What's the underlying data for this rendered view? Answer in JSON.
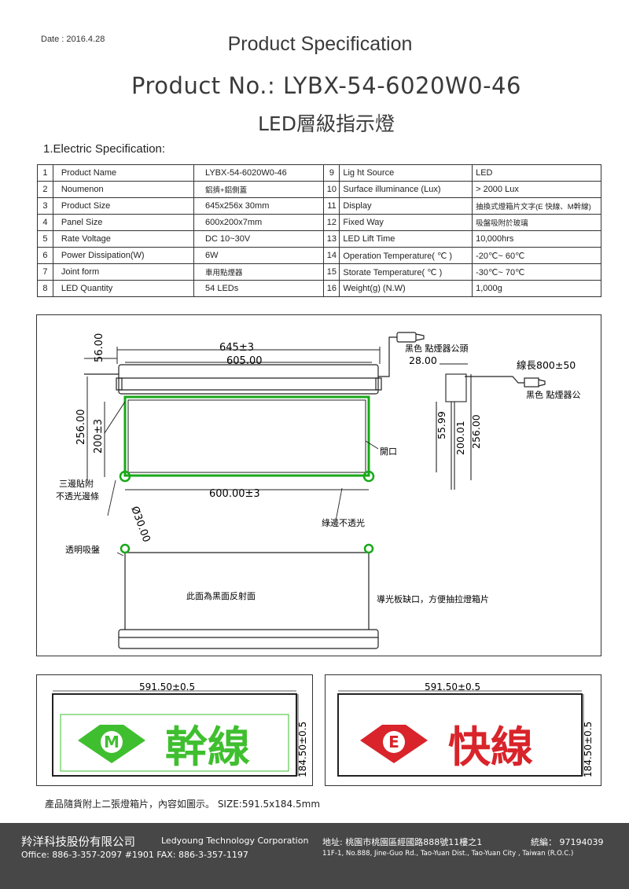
{
  "header": {
    "date": "Date : 2016.4.28",
    "title": "Product Specification",
    "product_no": "Product No.: LYBX-54-6020W0-46",
    "product_name": "LED層級指示燈"
  },
  "section_title": "1.Electric Specification:",
  "spec_rows": [
    {
      "n1": "1",
      "k1": "Product Name",
      "v1": "LYBX-54-6020W0-46",
      "n2": "9",
      "k2": "Lig ht Source",
      "v2": "LED"
    },
    {
      "n1": "2",
      "k1": "Noumenon",
      "v1": "鋁擠+鋁側蓋",
      "n2": "10",
      "k2": "Surface illuminance    (Lux)",
      "v2": " >  2000 Lux"
    },
    {
      "n1": "3",
      "k1": "Product Size",
      "v1": "645x256x 30mm",
      "n2": "11",
      "k2": "Display",
      "v2": "抽換式燈箱片文字(E 快線、M幹線)"
    },
    {
      "n1": "4",
      "k1": "Panel  Size",
      "v1": "600x200x7mm",
      "n2": "12",
      "k2": "Fixed Way",
      "v2": "吸盤吸附於玻璃"
    },
    {
      "n1": "5",
      "k1": "Rate Voltage",
      "v1": "DC 10~30V",
      "n2": "13",
      "k2": "LED    Lift Time",
      "v2": "10‚000hrs"
    },
    {
      "n1": "6",
      "k1": "Power Dissipation(W)",
      "v1": "6W",
      "n2": "14",
      "k2": "Operation Temperature( ℃ )",
      "v2": "-20℃~ 60℃"
    },
    {
      "n1": "7",
      "k1": "Joint form",
      "v1": "車用點煙器",
      "n2": "15",
      "k2": "Storate Temperature( ℃ )",
      "v2": "-30℃~ 70℃"
    },
    {
      "n1": "8",
      "k1": "LED Quantity",
      "v1": "54 LEDs",
      "n2": "16",
      "k2": "Weight(g)  (N.W)",
      "v2": "1,000g"
    }
  ],
  "drawing": {
    "dim_645": "645±3",
    "dim_605": "605.00",
    "dim_56": "56.00",
    "dim_256_left": "256.00",
    "dim_200": "200±3",
    "dim_600": "600.00±3",
    "dim_30": "Ø30.00",
    "dim_28": "28.00",
    "dim_55_99": "55.99",
    "dim_200_01": "200.01",
    "dim_256_side": "256.00",
    "cable_length": "線長800±50",
    "label_plug_female": "黑色 點煙器公頭",
    "label_plug_male": "黑色 點煙器公",
    "label_opening": "開口",
    "label_three_sides_1": "三邊貼附",
    "label_three_sides_2": "不透光邊條",
    "label_green_edge": "綠邊不透光",
    "label_suction": "透明吸盤",
    "label_back": "此面為黑面反射面",
    "label_notch": "導光板缺口，方便抽拉燈箱片"
  },
  "signs": {
    "left": {
      "width_dim": "591.50±0.5",
      "height_dim": "184.50±0.5",
      "letter": "M",
      "text": "幹線",
      "color": "#3fbf2f"
    },
    "right": {
      "width_dim": "591.50±0.5",
      "height_dim": "184.50±0.5",
      "letter": "E",
      "text": "快線",
      "color": "#d8242a"
    }
  },
  "note": "產品隨貨附上二張燈箱片，內容如圖示。  SIZE:591.5x184.5mm",
  "footer": {
    "company": "羚洋科技股份有限公司",
    "company_en": "Ledyoung Technology Corporation",
    "contact": "Office: 886-3-357-2097 #1901   FAX: 886-3-357-1197",
    "address": "地址: 桃園市桃園區經國路888號11樓之1",
    "taxid": "統編： 97194039",
    "address_en": "11F-1, No.888, Jine-Guo Rd., Tao-Yuan Dist., Tao-Yuan City , Taiwan (R.O.C.)"
  }
}
